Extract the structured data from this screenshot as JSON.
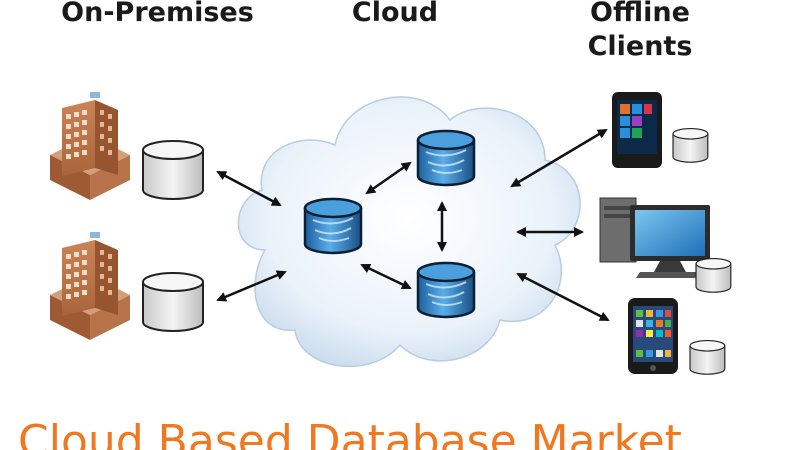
{
  "headings": {
    "on_premises": "On-Premises",
    "cloud": "Cloud",
    "offline_clients_line1": "Offline",
    "offline_clients_line2": "Clients"
  },
  "banner": {
    "text": "Cloud Based Database Market"
  },
  "colors": {
    "banner_text": "#f07820",
    "cloud_fill": "#e8f1fa",
    "db_blue": "#2e7fc9",
    "building_brown": "#b8734a",
    "arrow": "#111111"
  },
  "icons": [
    "building-icon",
    "database-icon",
    "cloud-database-icon",
    "windows-phone-icon",
    "desktop-computer-icon",
    "smartphone-icon",
    "double-arrow-icon"
  ]
}
